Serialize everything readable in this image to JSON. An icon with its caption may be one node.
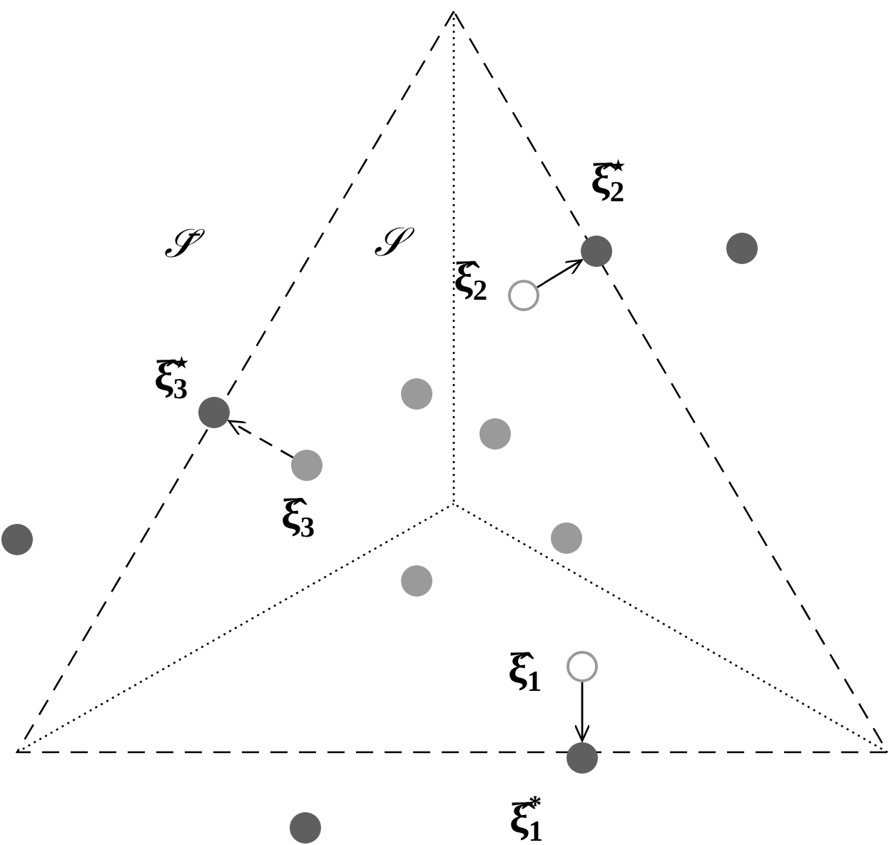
{
  "diagram": {
    "nodes": [
      {
        "text": [],
        "shape": "circle"
      },
      {
        "text": [],
        "shape": "circle",
        "beside": [
          "ξ̂$_{2}$$^{⋆}$"
        ]
      },
      {
        "text": [],
        "shape": "circle",
        "beside": [
          "ξ̂$_{2}$"
        ]
      },
      {
        "text": [],
        "shape": "circle"
      },
      {
        "text": [],
        "shape": "circle",
        "beside": [
          "ξ̂$_{3}$$^{⋆}$"
        ]
      },
      {
        "text": [],
        "shape": "circle"
      },
      {
        "text": [],
        "shape": "circle",
        "beside": [
          "ξ̂$_{3}$"
        ]
      },
      {
        "text": [],
        "shape": "circle"
      },
      {
        "text": [],
        "shape": "circle"
      },
      {
        "text": [],
        "shape": "circle"
      },
      {
        "text": [],
        "shape": "circle",
        "beside": [
          "ξ̂$_{1}$"
        ]
      },
      {
        "text": [],
        "shape": "circle",
        "beside": [
          "ξ̂$_{1}$$^{*}$"
        ]
      },
      {
        "text": [],
        "shape": "circle"
      }
    ],
    "edges": [
      {
        "from": 2,
        "to": 1,
        "arrow": "to"
      },
      {
        "from": 6,
        "to": 4,
        "arrow": "to",
        "style": "dashed"
      },
      {
        "from": 10,
        "to": 11,
        "arrow": "to"
      }
    ],
    "labels": [
      "𝒮̄",
      "𝒮"
    ]
  }
}
